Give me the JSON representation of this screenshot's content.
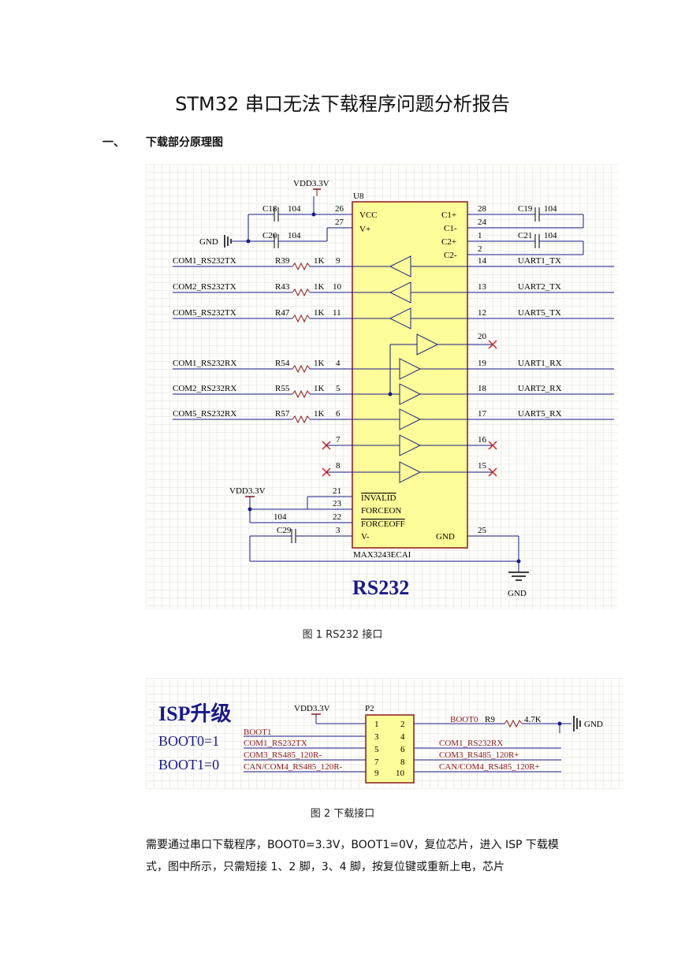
{
  "title": "STM32 串口无法下载程序问题分析报告",
  "section1": {
    "number": "一、",
    "title": "下载部分原理图"
  },
  "figure1": {
    "caption": "图 1  RS232 接口",
    "chip_ref": "U8",
    "chip_part": "MAX3243ECAI",
    "big_label": "RS232",
    "vdd_top": "VDD3.3V",
    "vdd_bottom": "VDD3.3V",
    "gnd_left": "GND",
    "gnd_bottom": "GND",
    "caps": {
      "c18": "C18",
      "c20": "C20",
      "c19": "C19",
      "c21": "C21",
      "c29": "C29",
      "val": "104"
    },
    "chip_left_pins": {
      "vcc": "VCC",
      "vplus": "V+",
      "invalid": "INVALID",
      "forceon": "FORCEON",
      "forceoff": "FORCEOFF",
      "vminus": "V-"
    },
    "chip_right_pins": {
      "c1p": "C1+",
      "c1m": "C1-",
      "c2p": "C2+",
      "c2m": "C2-",
      "gnd": "GND"
    },
    "pin_numbers": {
      "p26": "26",
      "p27": "27",
      "p9": "9",
      "p10": "10",
      "p11": "11",
      "p4": "4",
      "p5": "5",
      "p6": "6",
      "p7": "7",
      "p8": "8",
      "p21": "21",
      "p23": "23",
      "p22": "22",
      "p3": "3",
      "p28": "28",
      "p24": "24",
      "p1": "1",
      "p2": "2",
      "p14": "14",
      "p13": "13",
      "p12": "12",
      "p20": "20",
      "p19": "19",
      "p18": "18",
      "p17": "17",
      "p16": "16",
      "p15": "15",
      "p25": "25"
    },
    "left_nets": [
      "COM1_RS232TX",
      "COM2_RS232TX",
      "COM5_RS232TX",
      "COM1_RS232RX",
      "COM2_RS232RX",
      "COM5_RS232RX"
    ],
    "resistors": [
      "R39",
      "R43",
      "R47",
      "R54",
      "R55",
      "R57"
    ],
    "res_val": "1K",
    "right_nets": [
      "UART1_TX",
      "UART2_TX",
      "UART5_TX",
      "UART1_RX",
      "UART2_RX",
      "UART5_RX"
    ]
  },
  "figure2": {
    "caption": "图 2 下载接口",
    "isp_title": "ISP升级",
    "boot0": "BOOT0=1",
    "boot1": "BOOT1=0",
    "vdd": "VDD3.3V",
    "conn_ref": "P2",
    "pins_left": [
      "1",
      "3",
      "5",
      "7",
      "9"
    ],
    "pins_right": [
      "2",
      "4",
      "6",
      "8",
      "10"
    ],
    "left_nets": [
      "BOOT1",
      "COM1_RS232TX",
      "COM3_RS485_120R-",
      "CAN/COM4_RS485_120R-"
    ],
    "right_top": "BOOT0",
    "r_ref": "R9",
    "r_val": "4.7K",
    "gnd": "GND",
    "right_nets": [
      "COM1_RS232RX",
      "COM3_RS485_120R+",
      "CAN/COM4_RS485_120R+"
    ]
  },
  "paragraph": "需要通过串口下载程序，BOOT0=3.3V，BOOT1=0V，复位芯片，进入 ISP 下载模式，图中所示，只需短接 1、2 脚，3、4 脚，按复位键或重新上电，芯片"
}
